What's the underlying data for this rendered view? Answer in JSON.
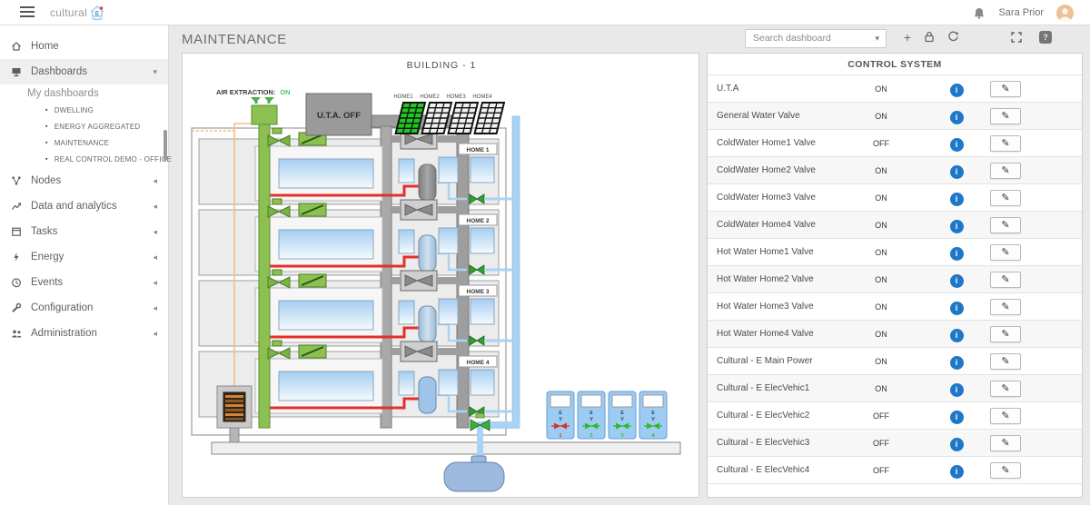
{
  "header": {
    "logo": "cultural",
    "user": "Sara Prior"
  },
  "sidebar": {
    "items": [
      {
        "label": "Home"
      },
      {
        "label": "Dashboards"
      },
      {
        "label": "Nodes"
      },
      {
        "label": "Data and analytics"
      },
      {
        "label": "Tasks"
      },
      {
        "label": "Energy"
      },
      {
        "label": "Events"
      },
      {
        "label": "Configuration"
      },
      {
        "label": "Administration"
      }
    ],
    "my_dashboards": "My dashboards",
    "dashboards": [
      "DWELLING",
      "ENERGY AGGREGATED",
      "MAINTENANCE",
      "REAL CONTROL DEMO - OFFICE"
    ]
  },
  "toolbar": {
    "title": "MAINTENANCE",
    "search_placeholder": "Search dashboard"
  },
  "building": {
    "title": "BUILDING - 1",
    "air_extraction_label": "AIR EXTRACTION:",
    "air_extraction_status": "ON",
    "uta_label": "U.T.A. OFF",
    "solar_labels": [
      "HOME1",
      "HOME2",
      "HOME3",
      "HOME4"
    ],
    "floors": [
      {
        "label": "HOME 1"
      },
      {
        "label": "HOME 2"
      },
      {
        "label": "HOME 3"
      },
      {
        "label": "HOME 4"
      }
    ],
    "ev_units": [
      {
        "top": "E",
        "mid": "V",
        "number": "1",
        "status": "off"
      },
      {
        "top": "E",
        "mid": "V",
        "number": "2",
        "status": "on"
      },
      {
        "top": "E",
        "mid": "V",
        "number": "3",
        "status": "on"
      },
      {
        "top": "E",
        "mid": "V",
        "number": "4",
        "status": "on"
      }
    ]
  },
  "control_system": {
    "title": "CONTROL SYSTEM",
    "rows": [
      {
        "name": "U.T.A",
        "status": "ON"
      },
      {
        "name": "General Water Valve",
        "status": "ON"
      },
      {
        "name": "ColdWater Home1 Valve",
        "status": "OFF"
      },
      {
        "name": "ColdWater Home2 Valve",
        "status": "ON"
      },
      {
        "name": "ColdWater Home3 Valve",
        "status": "ON"
      },
      {
        "name": "ColdWater Home4 Valve",
        "status": "ON"
      },
      {
        "name": "Hot Water Home1 Valve",
        "status": "ON"
      },
      {
        "name": "Hot Water Home2 Valve",
        "status": "ON"
      },
      {
        "name": "Hot Water Home3 Valve",
        "status": "ON"
      },
      {
        "name": "Hot Water Home4 Valve",
        "status": "ON"
      },
      {
        "name": "Cultural - E Main Power",
        "status": "ON"
      },
      {
        "name": "Cultural - E ElecVehic1",
        "status": "ON"
      },
      {
        "name": "Cultural - E ElecVehic2",
        "status": "OFF"
      },
      {
        "name": "Cultural - E ElecVehic3",
        "status": "OFF"
      },
      {
        "name": "Cultural - E ElecVehic4",
        "status": "OFF"
      }
    ]
  },
  "colors": {
    "info_blue": "#1e78c8",
    "status_green": "#44c767",
    "pipe_green": "#8cc152",
    "pipe_blue": "#a9d3f5",
    "hot_red": "#e3302c",
    "solar_green": "#1fc81f",
    "wire_orange": "#f2c27d"
  }
}
